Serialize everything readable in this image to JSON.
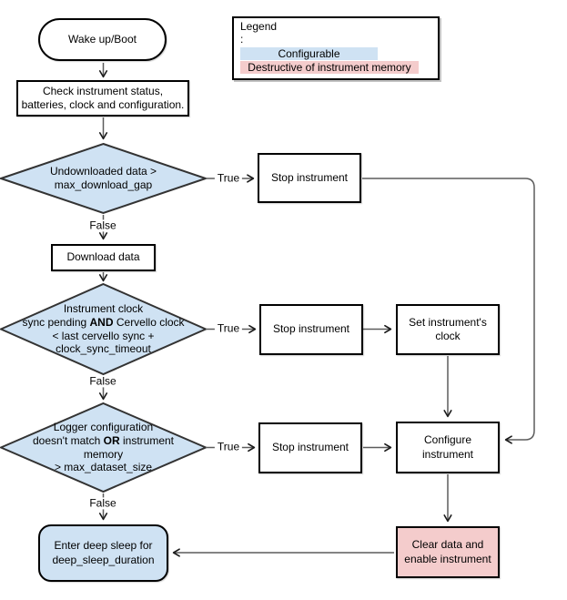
{
  "legend": {
    "title": "Legend",
    "colon": ":",
    "items": [
      {
        "label": "Configurable",
        "color": "#cfe2f3"
      },
      {
        "label": "Destructive of instrument memory",
        "color": "#f4cccc"
      }
    ]
  },
  "edge_labels": {
    "true": "True",
    "false": "False"
  },
  "nodes": {
    "wake_up": {
      "label": "Wake up/Boot"
    },
    "check_status": {
      "label": "Check instrument status,\nbatteries, clock and configuration."
    },
    "decision_download": {
      "line1": "Undownloaded data >",
      "line2": "max_download_gap"
    },
    "stop_instrument_1": {
      "label": "Stop instrument"
    },
    "download_data": {
      "label": "Download data"
    },
    "decision_clock": {
      "line1": "Instrument clock",
      "line2_pre": "sync pending ",
      "line2_bold": "AND",
      "line2_post": " Cervello clock",
      "line3": "< last cervello sync +",
      "line4": "clock_sync_timeout"
    },
    "stop_instrument_2": {
      "label": "Stop instrument"
    },
    "set_clock": {
      "label": "Set instrument's\nclock"
    },
    "decision_config": {
      "line1": "Logger configuration",
      "line2_pre": "doesn't match ",
      "line2_bold": "OR",
      "line2_post": " instrument",
      "line3": "memory",
      "line4": "> max_dataset_size"
    },
    "stop_instrument_3": {
      "label": "Stop instrument"
    },
    "configure_instrument": {
      "label": "Configure\ninstrument"
    },
    "clear_data": {
      "label": "Clear data and\nenable instrument"
    },
    "deep_sleep": {
      "label": "Enter deep sleep for\ndeep_sleep_duration"
    }
  },
  "colors": {
    "configurable_fill": "#cfe2f3",
    "destructive_fill": "#f4cccc",
    "diamond_stroke": "#333333",
    "connector": "#5c5c5c",
    "arrowhead": "#1a1a1a",
    "box_border": "#000000"
  }
}
